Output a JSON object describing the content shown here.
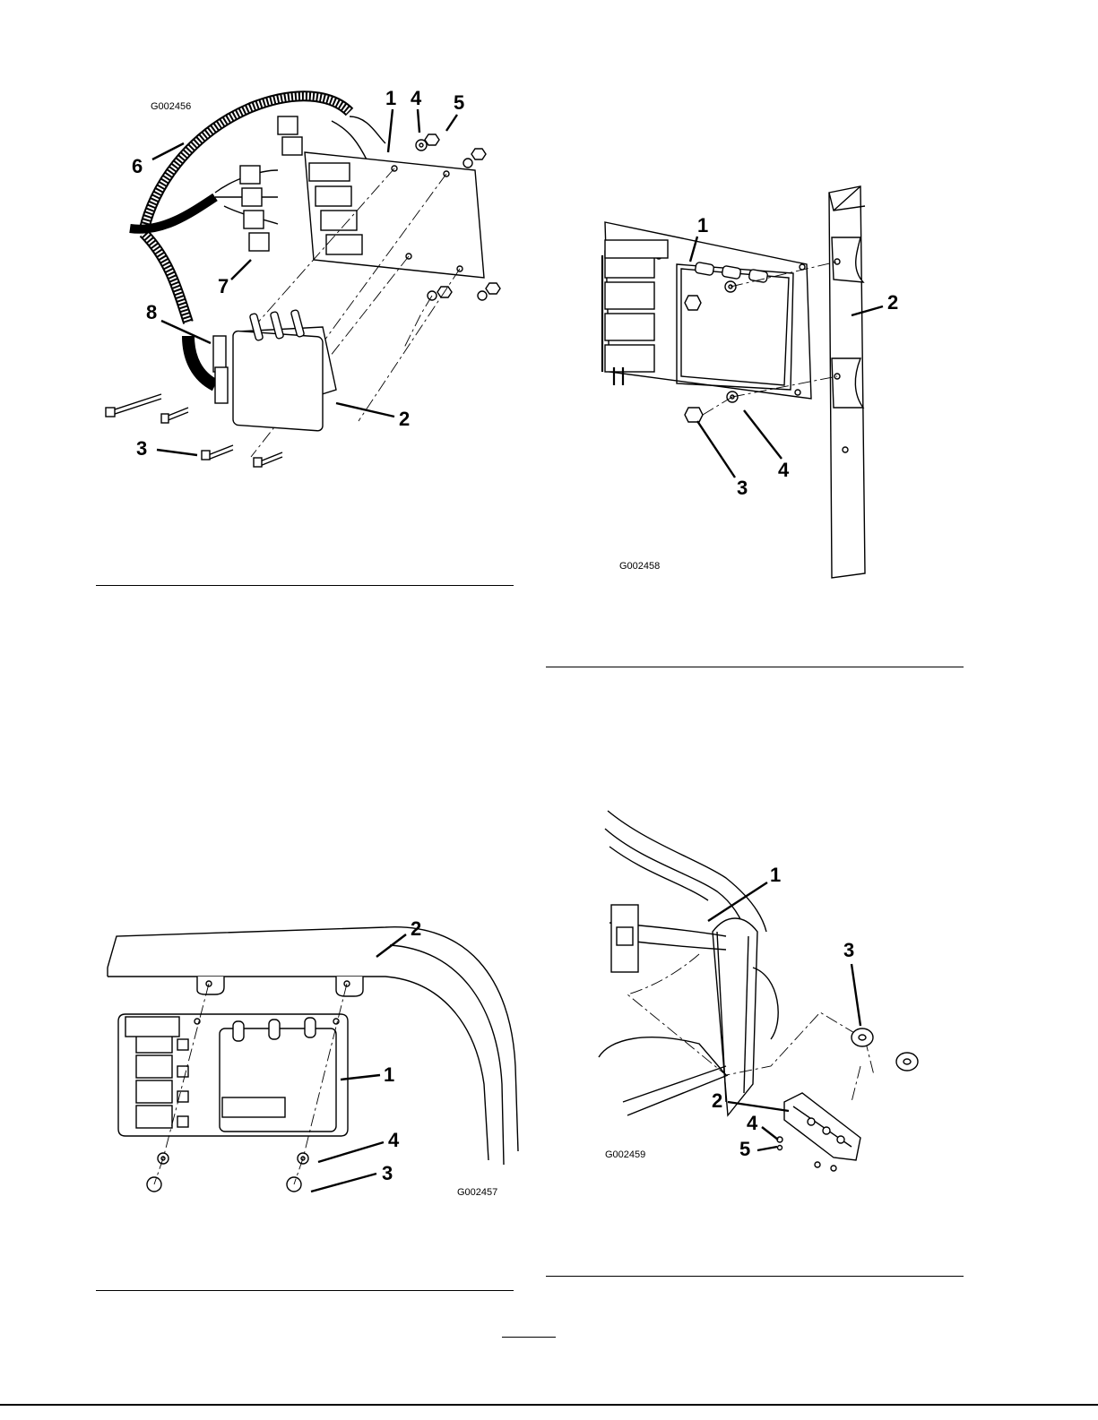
{
  "figures": [
    {
      "id": "G002456",
      "callouts": {
        "c1": "1",
        "c2": "2",
        "c3": "3",
        "c4": "4",
        "c5": "5",
        "c6": "6",
        "c7": "7",
        "c8": "8"
      }
    },
    {
      "id": "G002458",
      "callouts": {
        "c1": "1",
        "c2": "2",
        "c3": "3",
        "c4": "4"
      }
    },
    {
      "id": "G002457",
      "callouts": {
        "c1": "1",
        "c2": "2",
        "c3": "3",
        "c4": "4"
      }
    },
    {
      "id": "G002459",
      "callouts": {
        "c1": "1",
        "c2": "2",
        "c3": "3",
        "c4": "4",
        "c5": "5"
      }
    }
  ]
}
